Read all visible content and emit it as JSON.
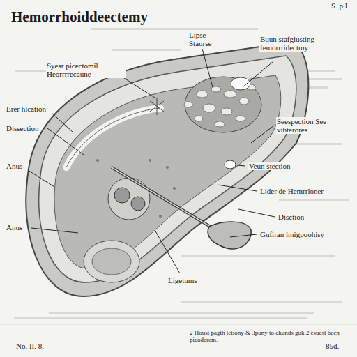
{
  "diagram": {
    "title": "Hemorrhoiddeectemy",
    "caption": "2 Houst págth letiony & 3puny to ckunds guk 2 ésuest been picoderem.",
    "labels": [
      "S. p.I",
      "Syesr picectomil Heorrrrecaune",
      "Lipse Staurse",
      "Buun stafgiusting femorrridectmy",
      "Erer hlcation",
      "Dissection",
      "Anus",
      "Seespection See vibterores",
      "Veun stection",
      "Lider de Hemrrloner",
      "Anus",
      "Disction",
      "Gufiran lmigpoohisy",
      "Ligetums",
      "No. II. 8.",
      "85d."
    ]
  }
}
